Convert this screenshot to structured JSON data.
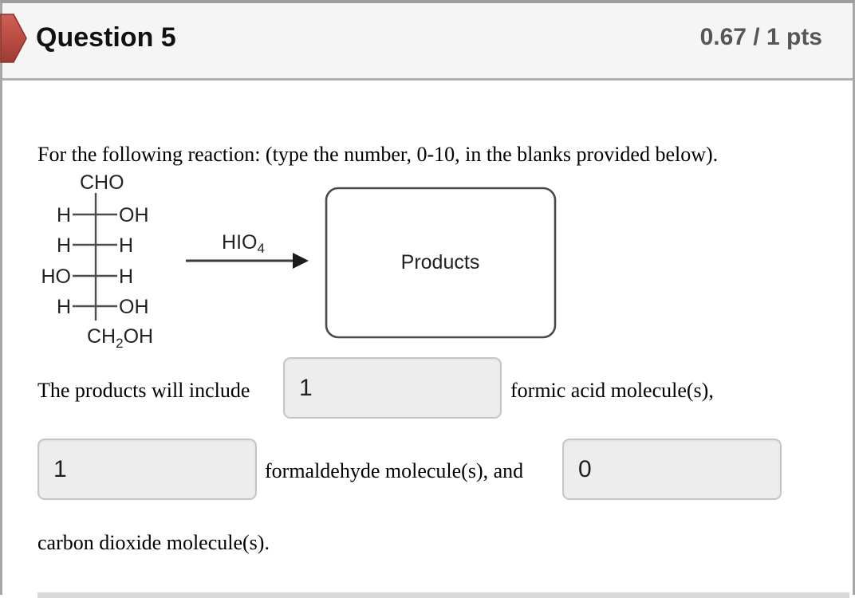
{
  "header": {
    "title": "Question 5",
    "score": "0.67 / 1 pts"
  },
  "question": {
    "prompt": "For the following reaction: (type the number, 0-10, in the blanks provided below).",
    "line1_before": "The products will include",
    "line1_after": "formic acid molecule(s),",
    "line2_middle": "formaldehyde molecule(s), and",
    "line3": "carbon dioxide molecule(s)."
  },
  "answers": {
    "formic_acid": "1",
    "formaldehyde": "1",
    "carbon_dioxide": "0"
  },
  "diagram": {
    "reagent": {
      "base": "HIO",
      "sub": "4"
    },
    "products_label": "Products",
    "structure": {
      "top": "CHO",
      "rows": [
        {
          "left": "H",
          "right": "OH"
        },
        {
          "left": "H",
          "right": "H"
        },
        {
          "left": "HO",
          "right": "H"
        },
        {
          "left": "H",
          "right": "OH"
        }
      ],
      "bottom": {
        "pre": "CH",
        "sub": "2",
        "post": "OH"
      }
    }
  },
  "colors": {
    "accent_red": "#b84a42",
    "accent_red_dark": "#8c332e",
    "header_bg": "#f5f5f5",
    "border_gray": "#a6a6a6",
    "score_text": "#565656",
    "input_bg": "#ededed",
    "input_border": "#c5c5c5",
    "divider": "#d9d9d9"
  }
}
